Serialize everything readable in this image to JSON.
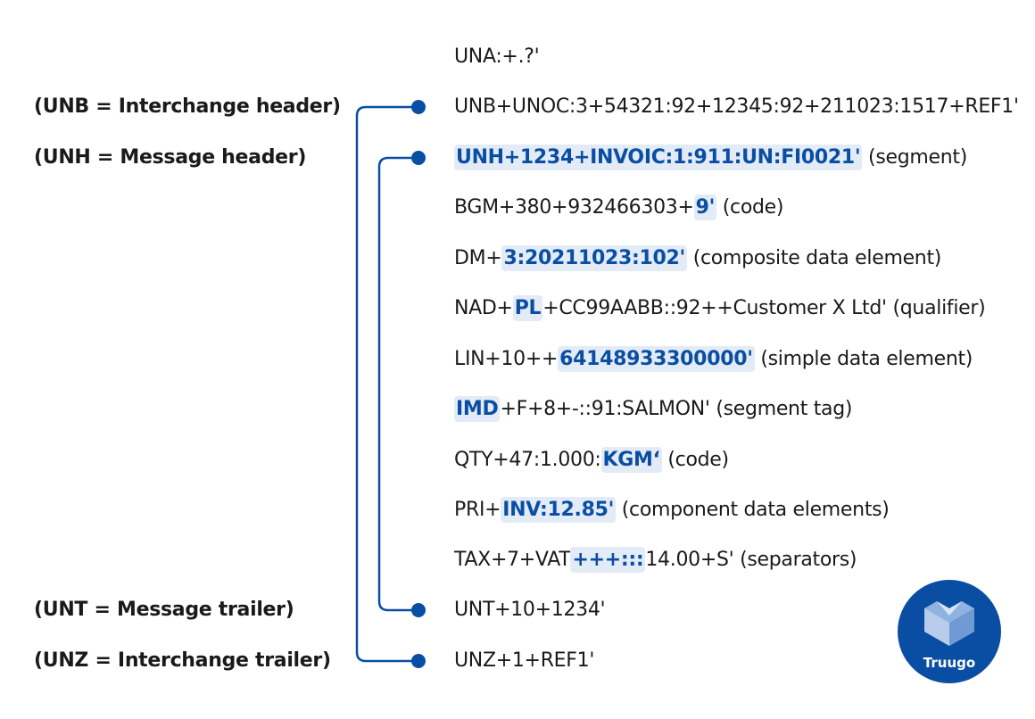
{
  "labels": {
    "unb": "(UNB = Interchange header)",
    "unh": "(UNH = Message header)",
    "unt": "(UNT = Message trailer)",
    "unz": "(UNZ = Interchange trailer)"
  },
  "rows": {
    "una": "UNA:+.?'",
    "unb": "UNB+UNOC:3+54321:92+12345:92+211023:1517+REF1'",
    "unh_hl": "UNH+1234+INVOIC:1:911:UN:FI0021'",
    "unh_note": " (segment)",
    "bgm_pre": "BGM+380+932466303+",
    "bgm_hl": "9'",
    "bgm_note": " (code)",
    "dm_pre": "DM+",
    "dm_hl": "3:20211023:102'",
    "dm_note": " (composite data element)",
    "nad_pre": "NAD+",
    "nad_hl": "PL",
    "nad_post": "+CC99AABB::92++Customer X Ltd' (qualifier)",
    "lin_pre": "LIN+10++",
    "lin_hl": "64148933300000'",
    "lin_note": " (simple data element)",
    "imd_hl": "IMD",
    "imd_post": "+F+8+-::91:SALMON' (segment tag)",
    "qty_pre": "QTY+47:1.000:",
    "qty_hl": "KGM‘",
    "qty_note": " (code)",
    "pri_pre": "PRI+",
    "pri_hl": "INV:12.85'",
    "pri_note": " (component data elements)",
    "tax_pre": "TAX+7+VAT",
    "tax_hl": "+++:::",
    "tax_post": "14.00+S' (separators)",
    "unt": "UNT+10+1234'",
    "unz": "UNZ+1+REF1'"
  },
  "logo": {
    "text": "Truugo"
  },
  "colors": {
    "accent": "#0a4ea3",
    "highlight_bg": "#e3ecf6"
  }
}
